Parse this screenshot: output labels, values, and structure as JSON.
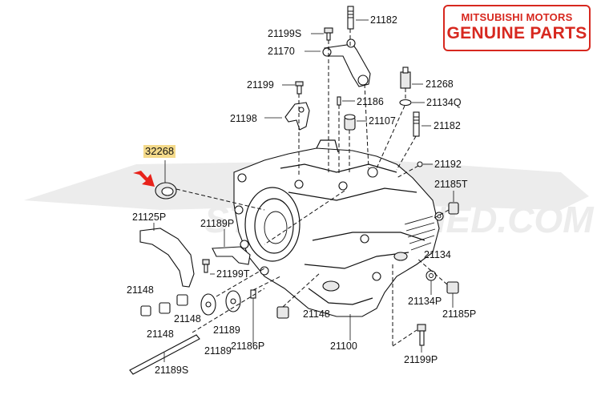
{
  "brand": {
    "line1": "MITSUBISHI MOTORS",
    "line2": "GENUINE PARTS",
    "color": "#d7281f"
  },
  "watermark": {
    "text": "STM   STMTUNED.COM",
    "color": "#ececec"
  },
  "highlight": {
    "part_number": "32268",
    "background": "#f4da8a",
    "arrow_color": "#e8221a"
  },
  "labels": {
    "p21182_top": "21182",
    "p21199S": "21199S",
    "p21170": "21170",
    "p21199": "21199",
    "p21268": "21268",
    "p21186": "21186",
    "p21134Q": "21134Q",
    "p21198": "21198",
    "p21107": "21107",
    "p21182_mid": "21182",
    "p21192": "21192",
    "p21185T": "21185T",
    "p21125P": "21125P",
    "p21189P": "21189P",
    "p21199T": "21199T",
    "p21134": "21134",
    "p21148_a": "21148",
    "p21148_b": "21148",
    "p21148_c": "21148",
    "p21148_d": "21148",
    "p21189_a": "21189",
    "p21189_b": "21189",
    "p21134P": "21134P",
    "p21185P": "21185P",
    "p21186P": "21186P",
    "p21100": "21100",
    "p21199P": "21199P",
    "p21189S": "21189S"
  }
}
